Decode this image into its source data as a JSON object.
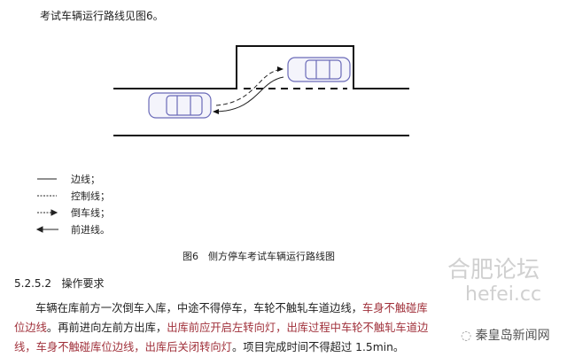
{
  "intro": "考试车辆运行路线见图6。",
  "legend": [
    {
      "type": "solid",
      "label": "边线；"
    },
    {
      "type": "dashed",
      "label": "控制线；"
    },
    {
      "type": "dashed-arrow",
      "label": "倒车线；"
    },
    {
      "type": "arrow-left",
      "label": "前进线。"
    }
  ],
  "figure_caption": "图6　侧方停车考试车辆运行路线图",
  "section": {
    "number": "5.2.5.2",
    "title": "操作要求"
  },
  "paragraph": [
    {
      "text": "车辆在库前方一次倒车入库，中途不得停车，车轮不触轧车道边线，",
      "highlight": false
    },
    {
      "text": "车身不触碰库位边线",
      "highlight": true
    },
    {
      "text": "。再前进向左前方出库，",
      "highlight": false
    },
    {
      "text": "出库前应开启左转向灯，出库过程中车轮不触轧车道边线，",
      "highlight": true
    },
    {
      "text": "车身不触碰库位边线，出库后关闭转向灯",
      "highlight": true
    },
    {
      "text": "。项目完成时间不得超过 1.5min。",
      "highlight": false
    }
  ],
  "watermark": {
    "site": "合肥论坛",
    "domain": "hefei.cc",
    "account": "秦皇岛新闻网"
  },
  "colors": {
    "highlight": "#a0303a",
    "car": "#6a6ab8"
  }
}
